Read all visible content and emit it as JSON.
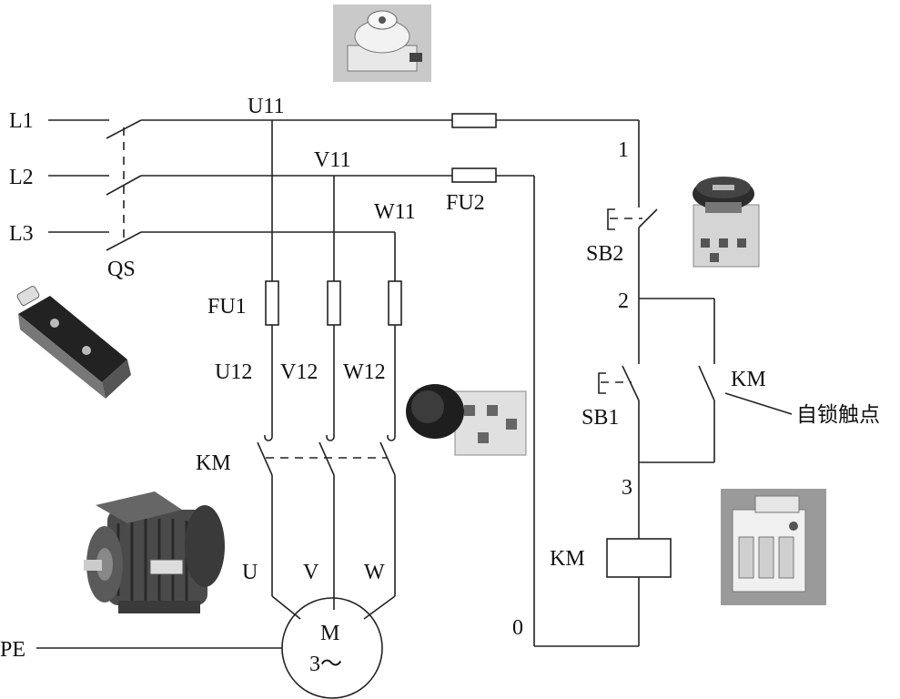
{
  "labels": {
    "L1": "L1",
    "L2": "L2",
    "L3": "L3",
    "QS": "QS",
    "U11": "U11",
    "V11": "V11",
    "W11": "W11",
    "FU2": "FU2",
    "FU1": "FU1",
    "U12": "U12",
    "V12": "V12",
    "W12": "W12",
    "KM_main": "KM",
    "U": "U",
    "V": "V",
    "W": "W",
    "M": "M",
    "M3": "3～",
    "PE": "PE",
    "n1": "1",
    "SB2": "SB2",
    "n2": "2",
    "SB1": "SB1",
    "KM_aux": "KM",
    "self_lock": "自锁触点",
    "n3": "3",
    "KM_coil": "KM",
    "n0": "0"
  },
  "photos": [
    "fuse-photo",
    "foot-switch-photo",
    "motor-photo",
    "pushbutton-photo",
    "emergency-stop-photo",
    "thermal-relay-photo"
  ]
}
